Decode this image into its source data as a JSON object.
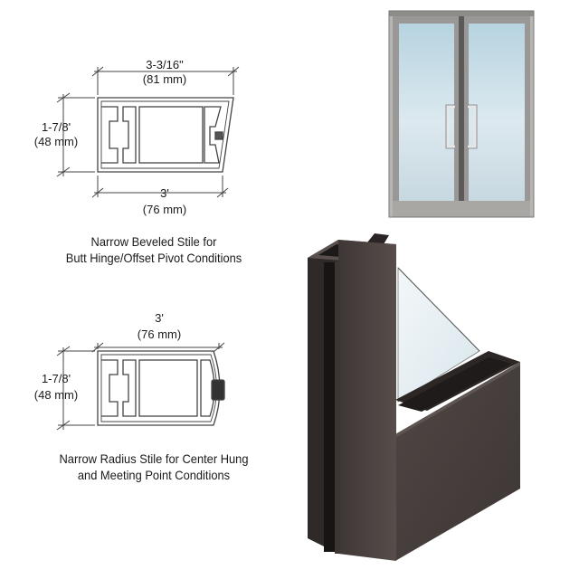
{
  "beveled_stile": {
    "width_top": "3-3/16\"",
    "width_top_mm": "(81 mm)",
    "height": "1-7/8'",
    "height_mm": "(48 mm)",
    "width_bottom": "3'",
    "width_bottom_mm": "(76 mm)",
    "caption_line1": "Narrow Beveled Stile for",
    "caption_line2": "Butt Hinge/Offset Pivot Conditions"
  },
  "radius_stile": {
    "width_top": "3'",
    "width_top_mm": "(76 mm)",
    "height": "1-7/8'",
    "height_mm": "(48 mm)",
    "caption_line1": "Narrow Radius Stile for Center Hung",
    "caption_line2": "and Meeting Point Conditions"
  },
  "colors": {
    "frame_bronze": "#4a4340",
    "glass": "#dde8ee",
    "line": "#444444"
  }
}
